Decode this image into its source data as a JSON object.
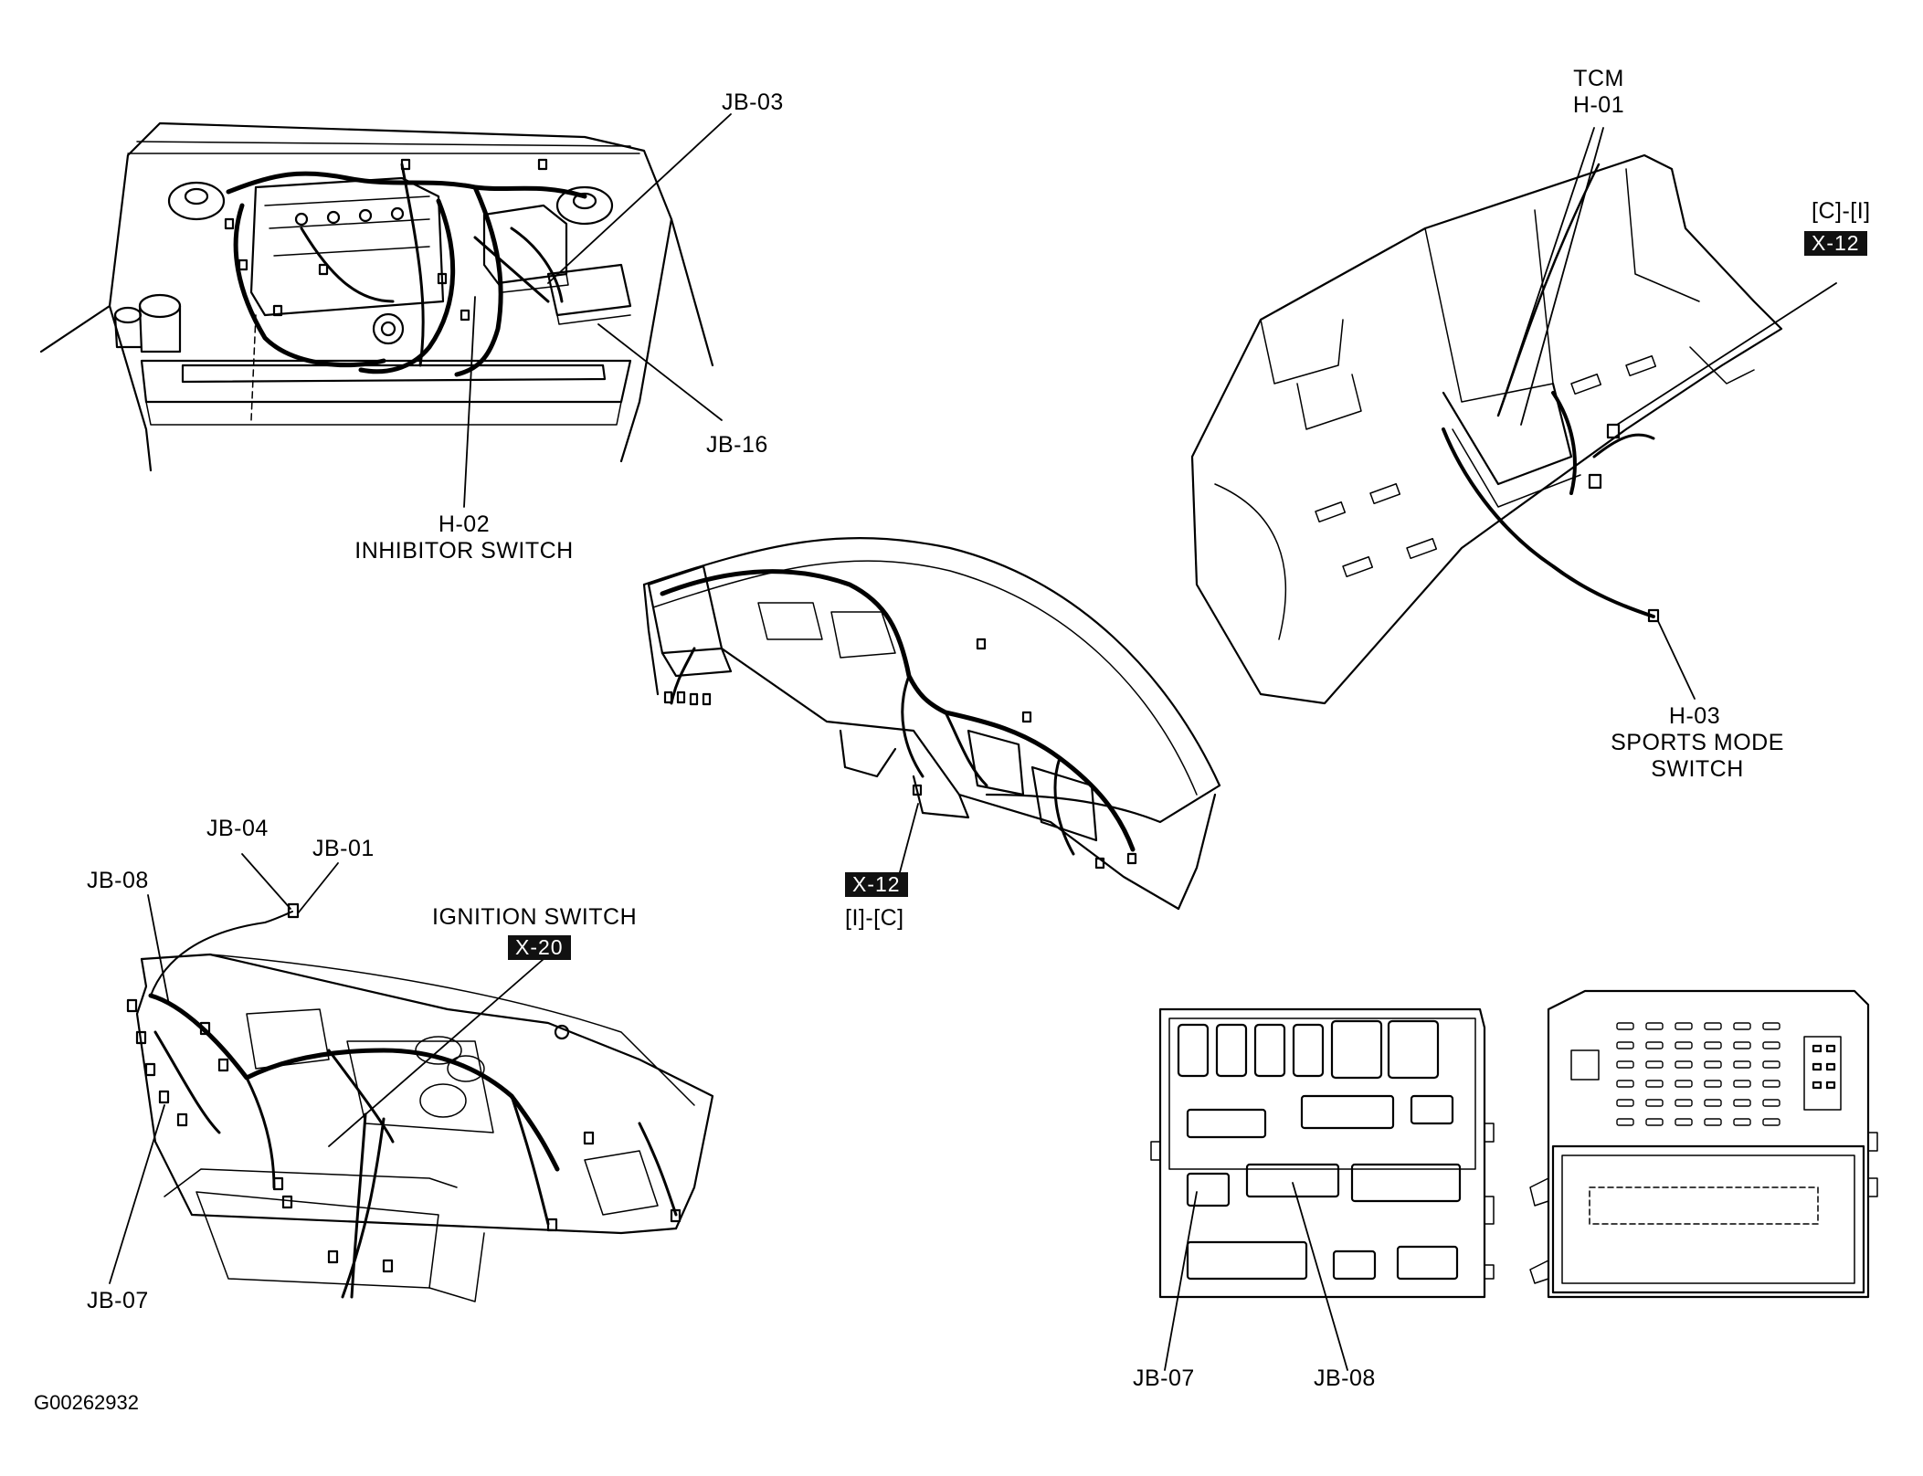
{
  "engine_bay": {
    "jb03": "JB-03",
    "jb16": "JB-16",
    "h02_code": "H-02",
    "h02_name": "INHIBITOR SWITCH"
  },
  "floor_console": {
    "tcm_name": "TCM",
    "tcm_code": "H-01",
    "x12_range": "[C]-[I]",
    "x12_tag": "X-12",
    "h03_code": "H-03",
    "h03_name_1": "SPORTS MODE",
    "h03_name_2": "SWITCH"
  },
  "dashboard_center": {
    "x12_tag": "X-12",
    "x12_range": "[I]-[C]"
  },
  "dashboard_left": {
    "jb04": "JB-04",
    "jb01": "JB-01",
    "jb08": "JB-08",
    "jb07": "JB-07",
    "ignition_name": "IGNITION SWITCH",
    "x20_tag": "X-20"
  },
  "junction_box": {
    "jb07": "JB-07",
    "jb08": "JB-08"
  },
  "figure_id": "G00262932"
}
